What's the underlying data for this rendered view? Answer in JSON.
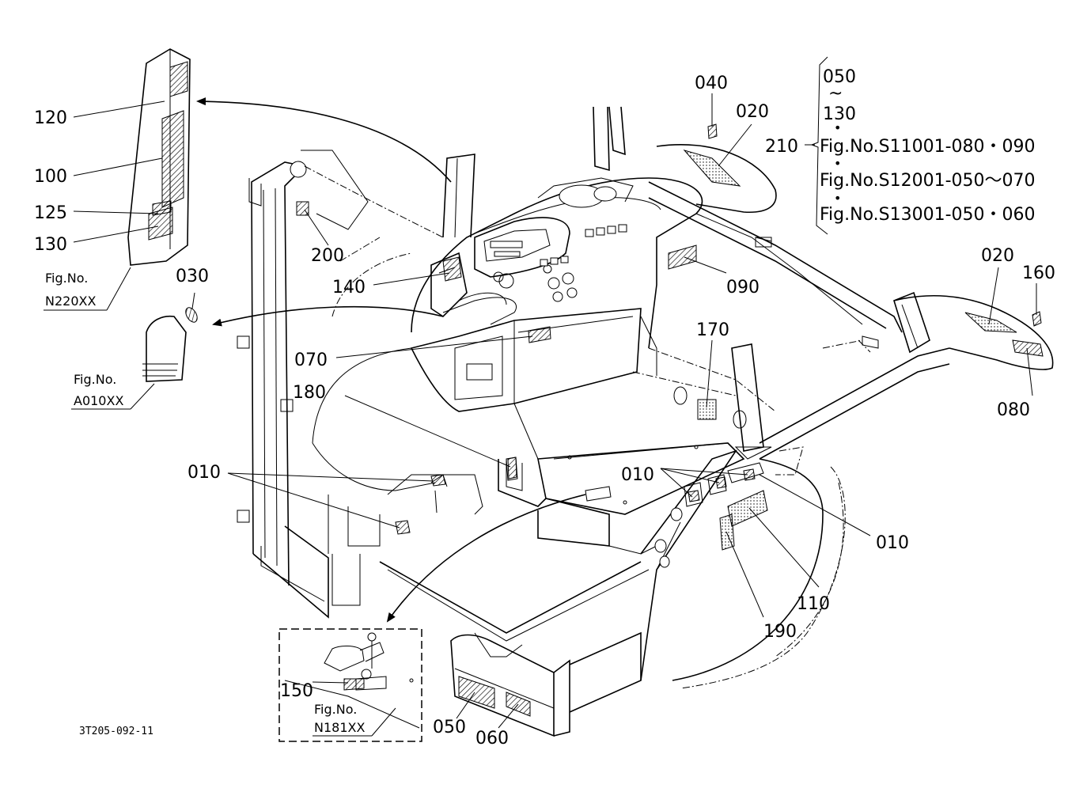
{
  "drawing_number": "3T205-092-11",
  "callouts": {
    "c120": "120",
    "c100": "100",
    "c125": "125",
    "c130": "130",
    "c030": "030",
    "c200": "200",
    "c140": "140",
    "c070": "070",
    "c180": "180",
    "c010a": "010",
    "c010b": "010",
    "c010c": "010",
    "c150": "150",
    "c050": "050",
    "c060": "060",
    "c190": "190",
    "c110": "110",
    "c170": "170",
    "c090": "090",
    "c040": "040",
    "c020a": "020",
    "c020b": "020",
    "c160": "160",
    "c080": "080",
    "c210": "210"
  },
  "figure_refs": {
    "n220": {
      "prefix": "Fig.No.",
      "code": "N220XX"
    },
    "a010": {
      "prefix": "Fig.No.",
      "code": "A010XX"
    },
    "n181": {
      "prefix": "Fig.No.",
      "code": "N181XX"
    }
  },
  "note_210": {
    "range_start": "050",
    "tilde": "~",
    "range_end": "130",
    "bullet": "•",
    "line1": "Fig.No.S11001-080・090",
    "line2": "Fig.No.S12001-050～070",
    "line3": "Fig.No.S13001-050・060"
  }
}
